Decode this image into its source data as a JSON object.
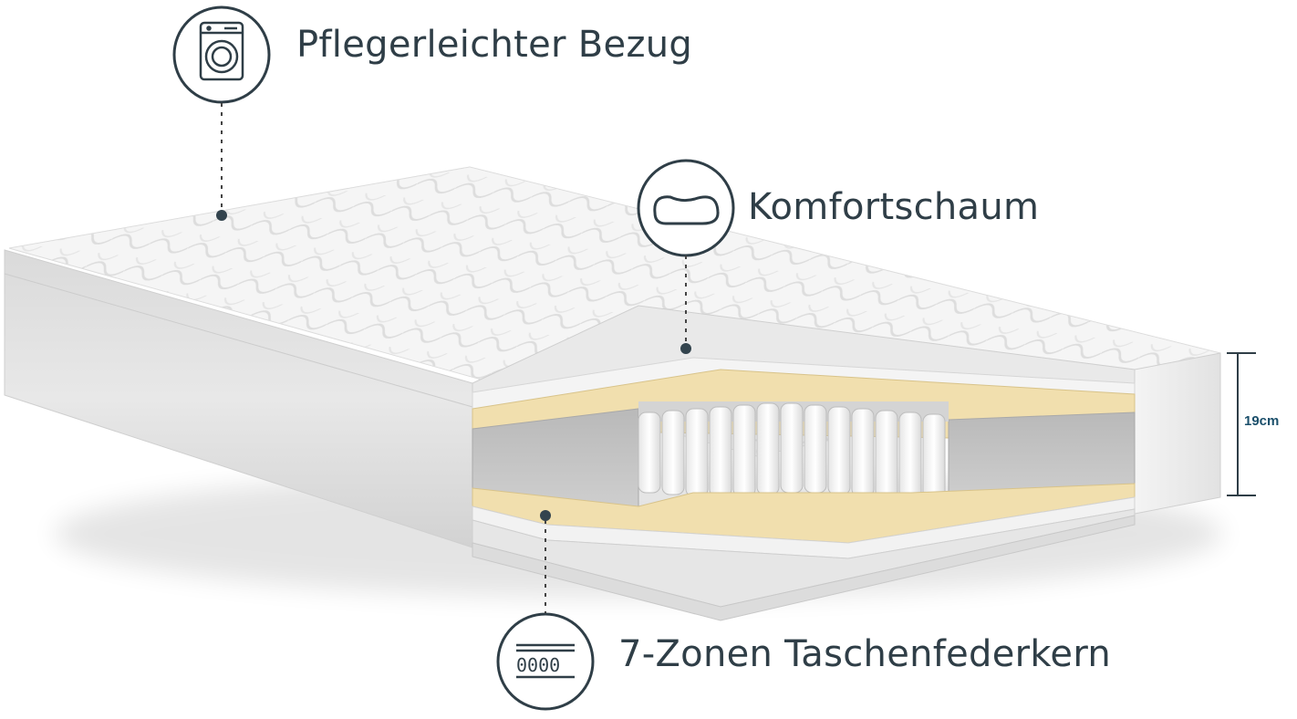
{
  "callouts": {
    "cover": {
      "label": "Pflegerleichter Bezug",
      "icon": "washing-machine-icon"
    },
    "foam": {
      "label": "Komfortschaum",
      "icon": "foam-pillow-icon"
    },
    "springs": {
      "label": "7-Zonen  Taschenfederkern",
      "icon": "spring-core-icon",
      "icon_text": "0000"
    }
  },
  "dimension": {
    "height_label": "19cm"
  },
  "colors": {
    "text": "#2f3e47",
    "dimension": "#1b4f6b",
    "foam_yellow": "#f1dfae",
    "fabric": "#ededed"
  }
}
